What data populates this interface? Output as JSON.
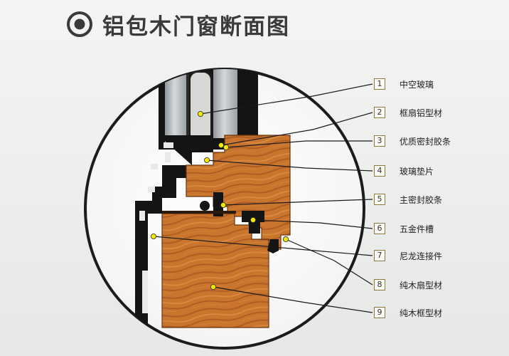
{
  "title": "铝包木门窗断面图",
  "colors": {
    "title": "#3a3a3a",
    "wood": "#c8742c",
    "wood_dark": "#8a4416",
    "aluminum": "#111111",
    "glass": "#b9bec0",
    "marker": "#f1ea00",
    "leader": "#1a1a1a"
  },
  "parts": [
    {
      "number": "1",
      "label": "中空玻璃"
    },
    {
      "number": "2",
      "label": "框扇铝型材"
    },
    {
      "number": "3",
      "label": "优质密封胶条"
    },
    {
      "number": "4",
      "label": "玻璃垫片"
    },
    {
      "number": "5",
      "label": "主密封胶条"
    },
    {
      "number": "6",
      "label": "五金件槽"
    },
    {
      "number": "7",
      "label": "尼龙连接件"
    },
    {
      "number": "8",
      "label": "纯木扇型材"
    },
    {
      "number": "9",
      "label": "纯木框型材"
    }
  ]
}
